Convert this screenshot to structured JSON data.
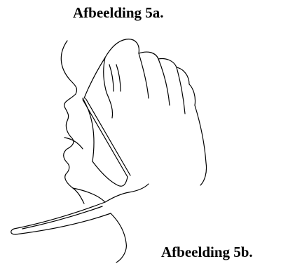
{
  "figure": {
    "caption_top": "Afbeelding 5a.",
    "caption_bottom": "Afbeelding 5b.",
    "illustration_icon": "face-with-hand-and-tongue-depressor",
    "line_color": "#000000",
    "background_color": "#ffffff"
  }
}
